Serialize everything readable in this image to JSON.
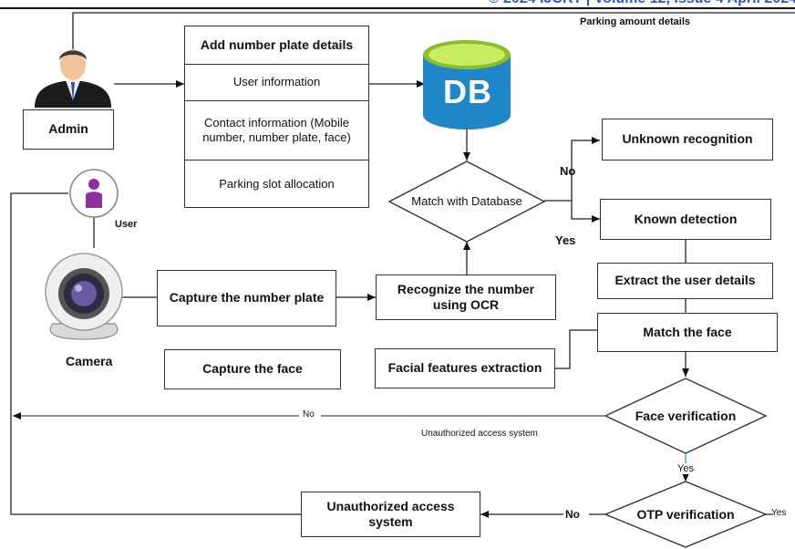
{
  "header": {
    "text": "© 2024 IJCRT | Volume 12, Issue 4 April 2024"
  },
  "labels": {
    "parking_amount": "Parking amount details",
    "admin": "Admin",
    "user": "User",
    "camera": "Camera",
    "db": "DB",
    "unauthorized_note": "Unauthorized access system"
  },
  "admin_stack": {
    "items": [
      "Add number plate details",
      "User information",
      "Contact information (Mobile number, number plate, face)",
      "Parking slot allocation"
    ]
  },
  "boxes": {
    "capture_plate": "Capture the number plate",
    "capture_face": "Capture the face",
    "recognize_ocr": "Recognize the number using OCR",
    "facial_features": "Facial features extraction",
    "unknown_recognition": "Unknown recognition",
    "known_detection": "Known detection",
    "extract_user": "Extract the user details",
    "match_face": "Match the face",
    "unauthorized_access": "Unauthorized access system"
  },
  "decisions": {
    "match_db": "Match with Database",
    "face_verification": "Face verification",
    "otp_verification": "OTP verification"
  },
  "edge_labels": {
    "no_unknown": "No",
    "yes_known": "Yes",
    "no_face": "No",
    "yes_face": "Yes",
    "no_otp": "No",
    "yes_otp": "Yes"
  },
  "colors": {
    "db_top": "#b5e04a",
    "db_body": "#1f86c8",
    "user_icon": "#8d2f9e",
    "admin_suit": "#222222",
    "header_text": "#3355cc"
  }
}
